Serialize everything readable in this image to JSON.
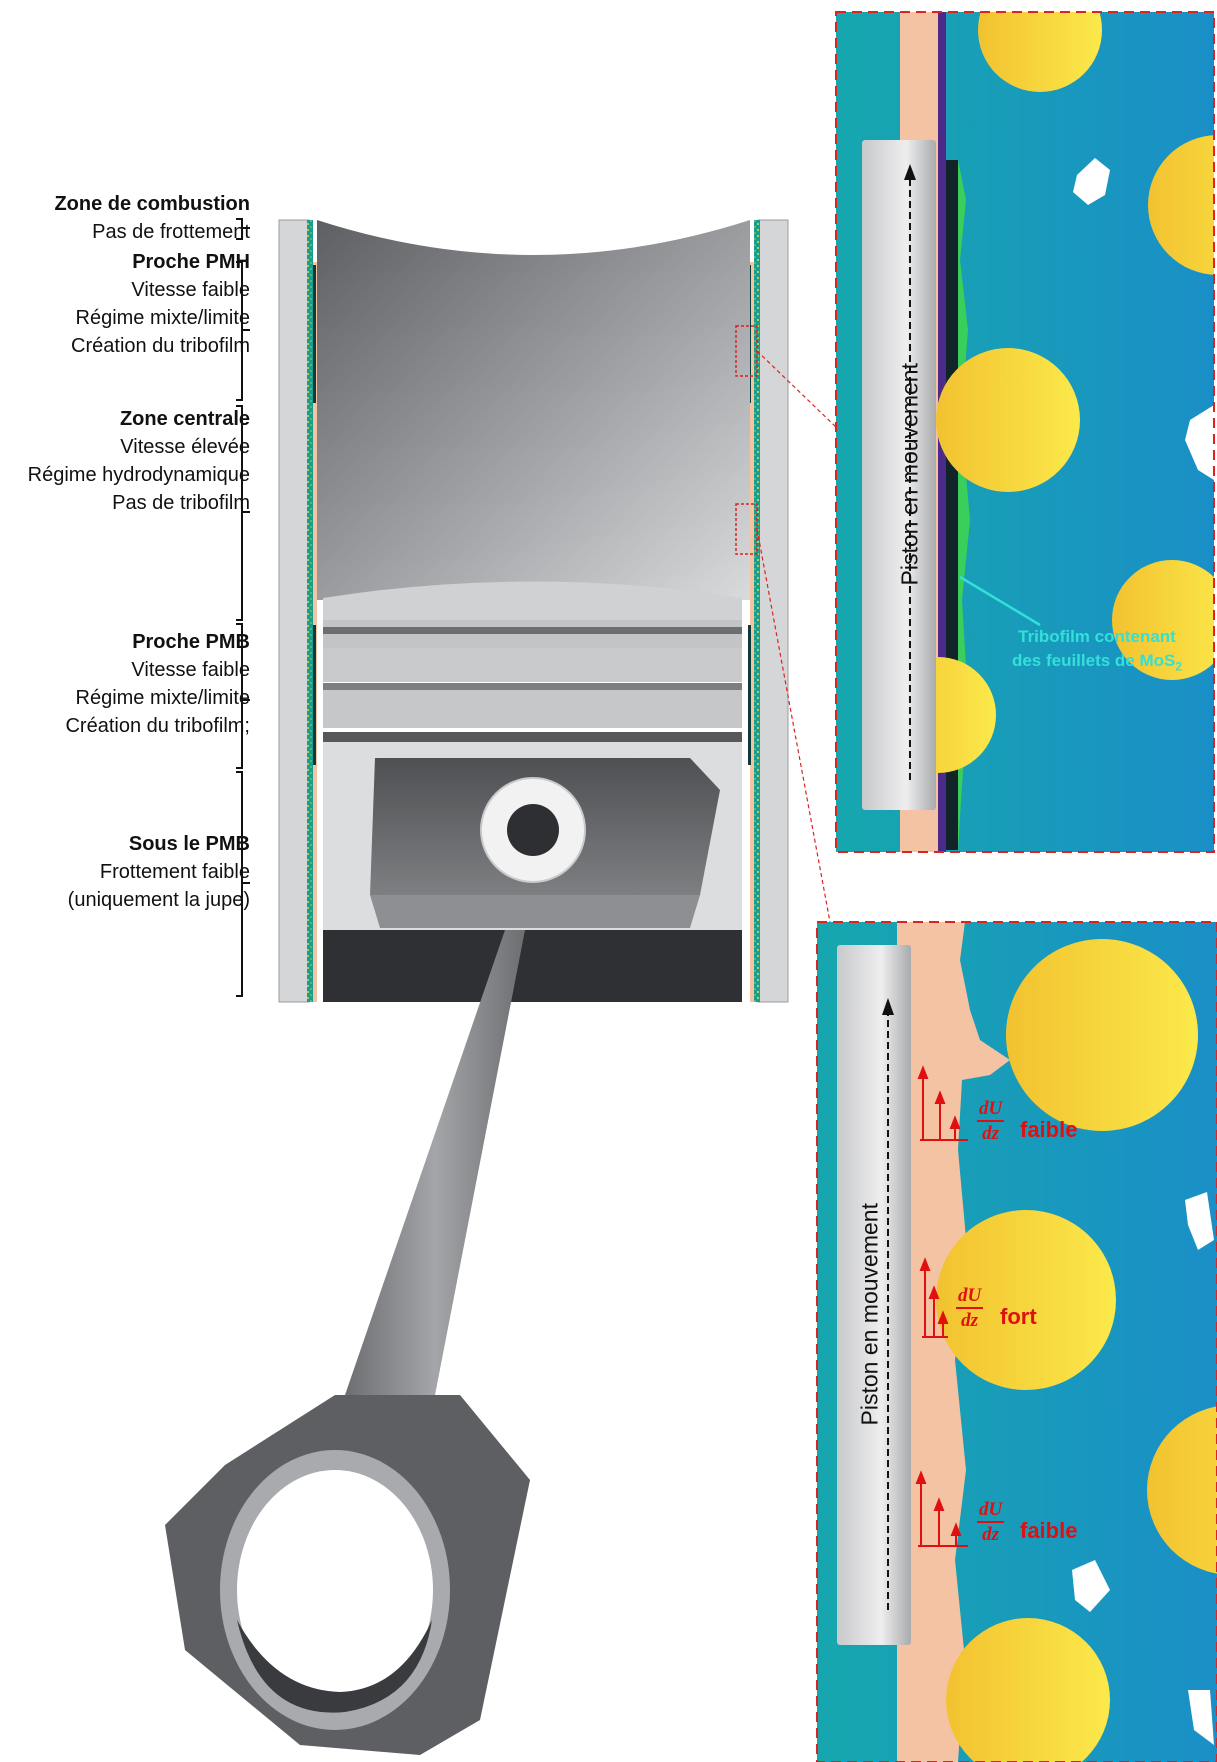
{
  "zones": [
    {
      "title": "Zone de combustion",
      "lines": [
        "Pas de frottement"
      ]
    },
    {
      "title": "Proche PMH",
      "lines": [
        "Vitesse faible",
        "Régime mixte/limite",
        "Création du tribofilm"
      ]
    },
    {
      "title": "Zone centrale",
      "lines": [
        "Vitesse élevée",
        "Régime hydrodynamique",
        "Pas de tribofilm"
      ]
    },
    {
      "title": "Proche PMB",
      "lines": [
        "Vitesse faible",
        "Régime mixte/limite",
        "Création du tribofilm;"
      ]
    },
    {
      "title": "Sous le PMB",
      "lines": [
        "Frottement faible",
        "(uniquement la jupe)"
      ]
    }
  ],
  "top_inset": {
    "piston_label": "Piston en mouvement",
    "tribofilm_line1": "Tribofilm contenant",
    "tribofilm_line2": "des feuillets de MoS",
    "tribofilm_subscript": "2"
  },
  "bottom_inset": {
    "piston_label": "Piston en mouvement",
    "gradient_numerator": "dU",
    "gradient_denominator": "dz",
    "gradients": [
      {
        "label": "faible"
      },
      {
        "label": "fort"
      },
      {
        "label": "faible"
      }
    ]
  },
  "colors": {
    "liner_green": "#1a9e8c",
    "liner_gray": "#d4d6d8",
    "deposit_peach": "#f4c3a4",
    "oil_teal": "#1aa8b0",
    "particle_yellow": "#f7d52a",
    "annotation_red": "#e01010",
    "tribofilm_cyan": "#33e0d8",
    "inset_border": "#dd2222"
  }
}
